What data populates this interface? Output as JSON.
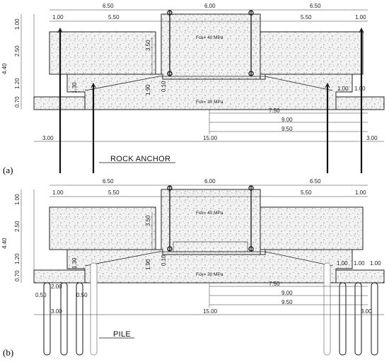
{
  "panel_a": {
    "label": "(a)",
    "top_dims": [
      "6.50",
      "6.00",
      "6.50"
    ],
    "second_dims": [
      "1.00",
      "5.50",
      "5.50",
      "1.00"
    ],
    "left_dims": [
      "1.00",
      "2.50",
      "4.40",
      "1.20",
      "0.70"
    ],
    "inner_dims": [
      "3.50",
      "1.30",
      "1.90",
      "0.10"
    ],
    "right_small": [
      "1.00",
      "1.00"
    ],
    "fck_top": "Fck= 40 MPa",
    "fck_bottom": "Fck= 30 MPa",
    "right_dims": [
      "7.50",
      "9.00",
      "9.50"
    ],
    "bottom_dims": [
      "3.00",
      "15.00",
      "3.00"
    ],
    "callout": "ROCK ANCHOR"
  },
  "panel_b": {
    "label": "(b)",
    "top_dims": [
      "6.50",
      "6.00",
      "6.50"
    ],
    "second_dims": [
      "1.00",
      "5.50",
      "5.50",
      "1.00"
    ],
    "left_dims": [
      "1.00",
      "2.50",
      "4.40",
      "1.20",
      "0.70"
    ],
    "inner_dims": [
      "3.50",
      "1.30",
      "1.90",
      "0.10"
    ],
    "right_small": [
      "1.00",
      "1.00",
      "1.00"
    ],
    "fck_top": "Fck= 40 MPa",
    "fck_bottom": "Fck= 30 MPa",
    "right_dims": [
      "7.50",
      "9.00",
      "9.50"
    ],
    "pile_dims": [
      "2.00",
      "0.50",
      "0.50"
    ],
    "bottom_dims": [
      "3.00",
      "15.00",
      "3.00"
    ],
    "callout": "PILE"
  }
}
